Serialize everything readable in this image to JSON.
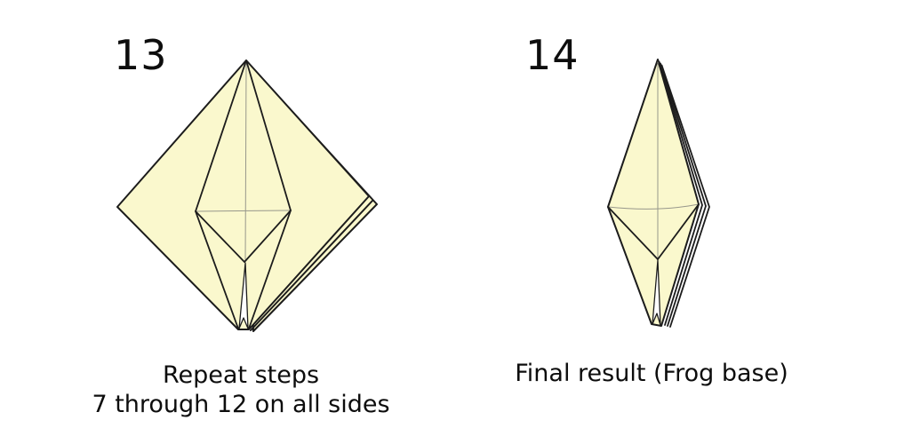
{
  "page": {
    "background_color": "#ffffff"
  },
  "colors": {
    "paper": "#faf8cd",
    "outline": "#1c1c1c",
    "crease": "#97978b",
    "gap": "#ffffff",
    "text": "#0d0d0d"
  },
  "steps": [
    {
      "number": "13",
      "caption_line1": "Repeat steps",
      "caption_line2": "7 through 12 on all sides"
    },
    {
      "number": "14",
      "caption_line1": "Final result (Frog base)"
    }
  ]
}
